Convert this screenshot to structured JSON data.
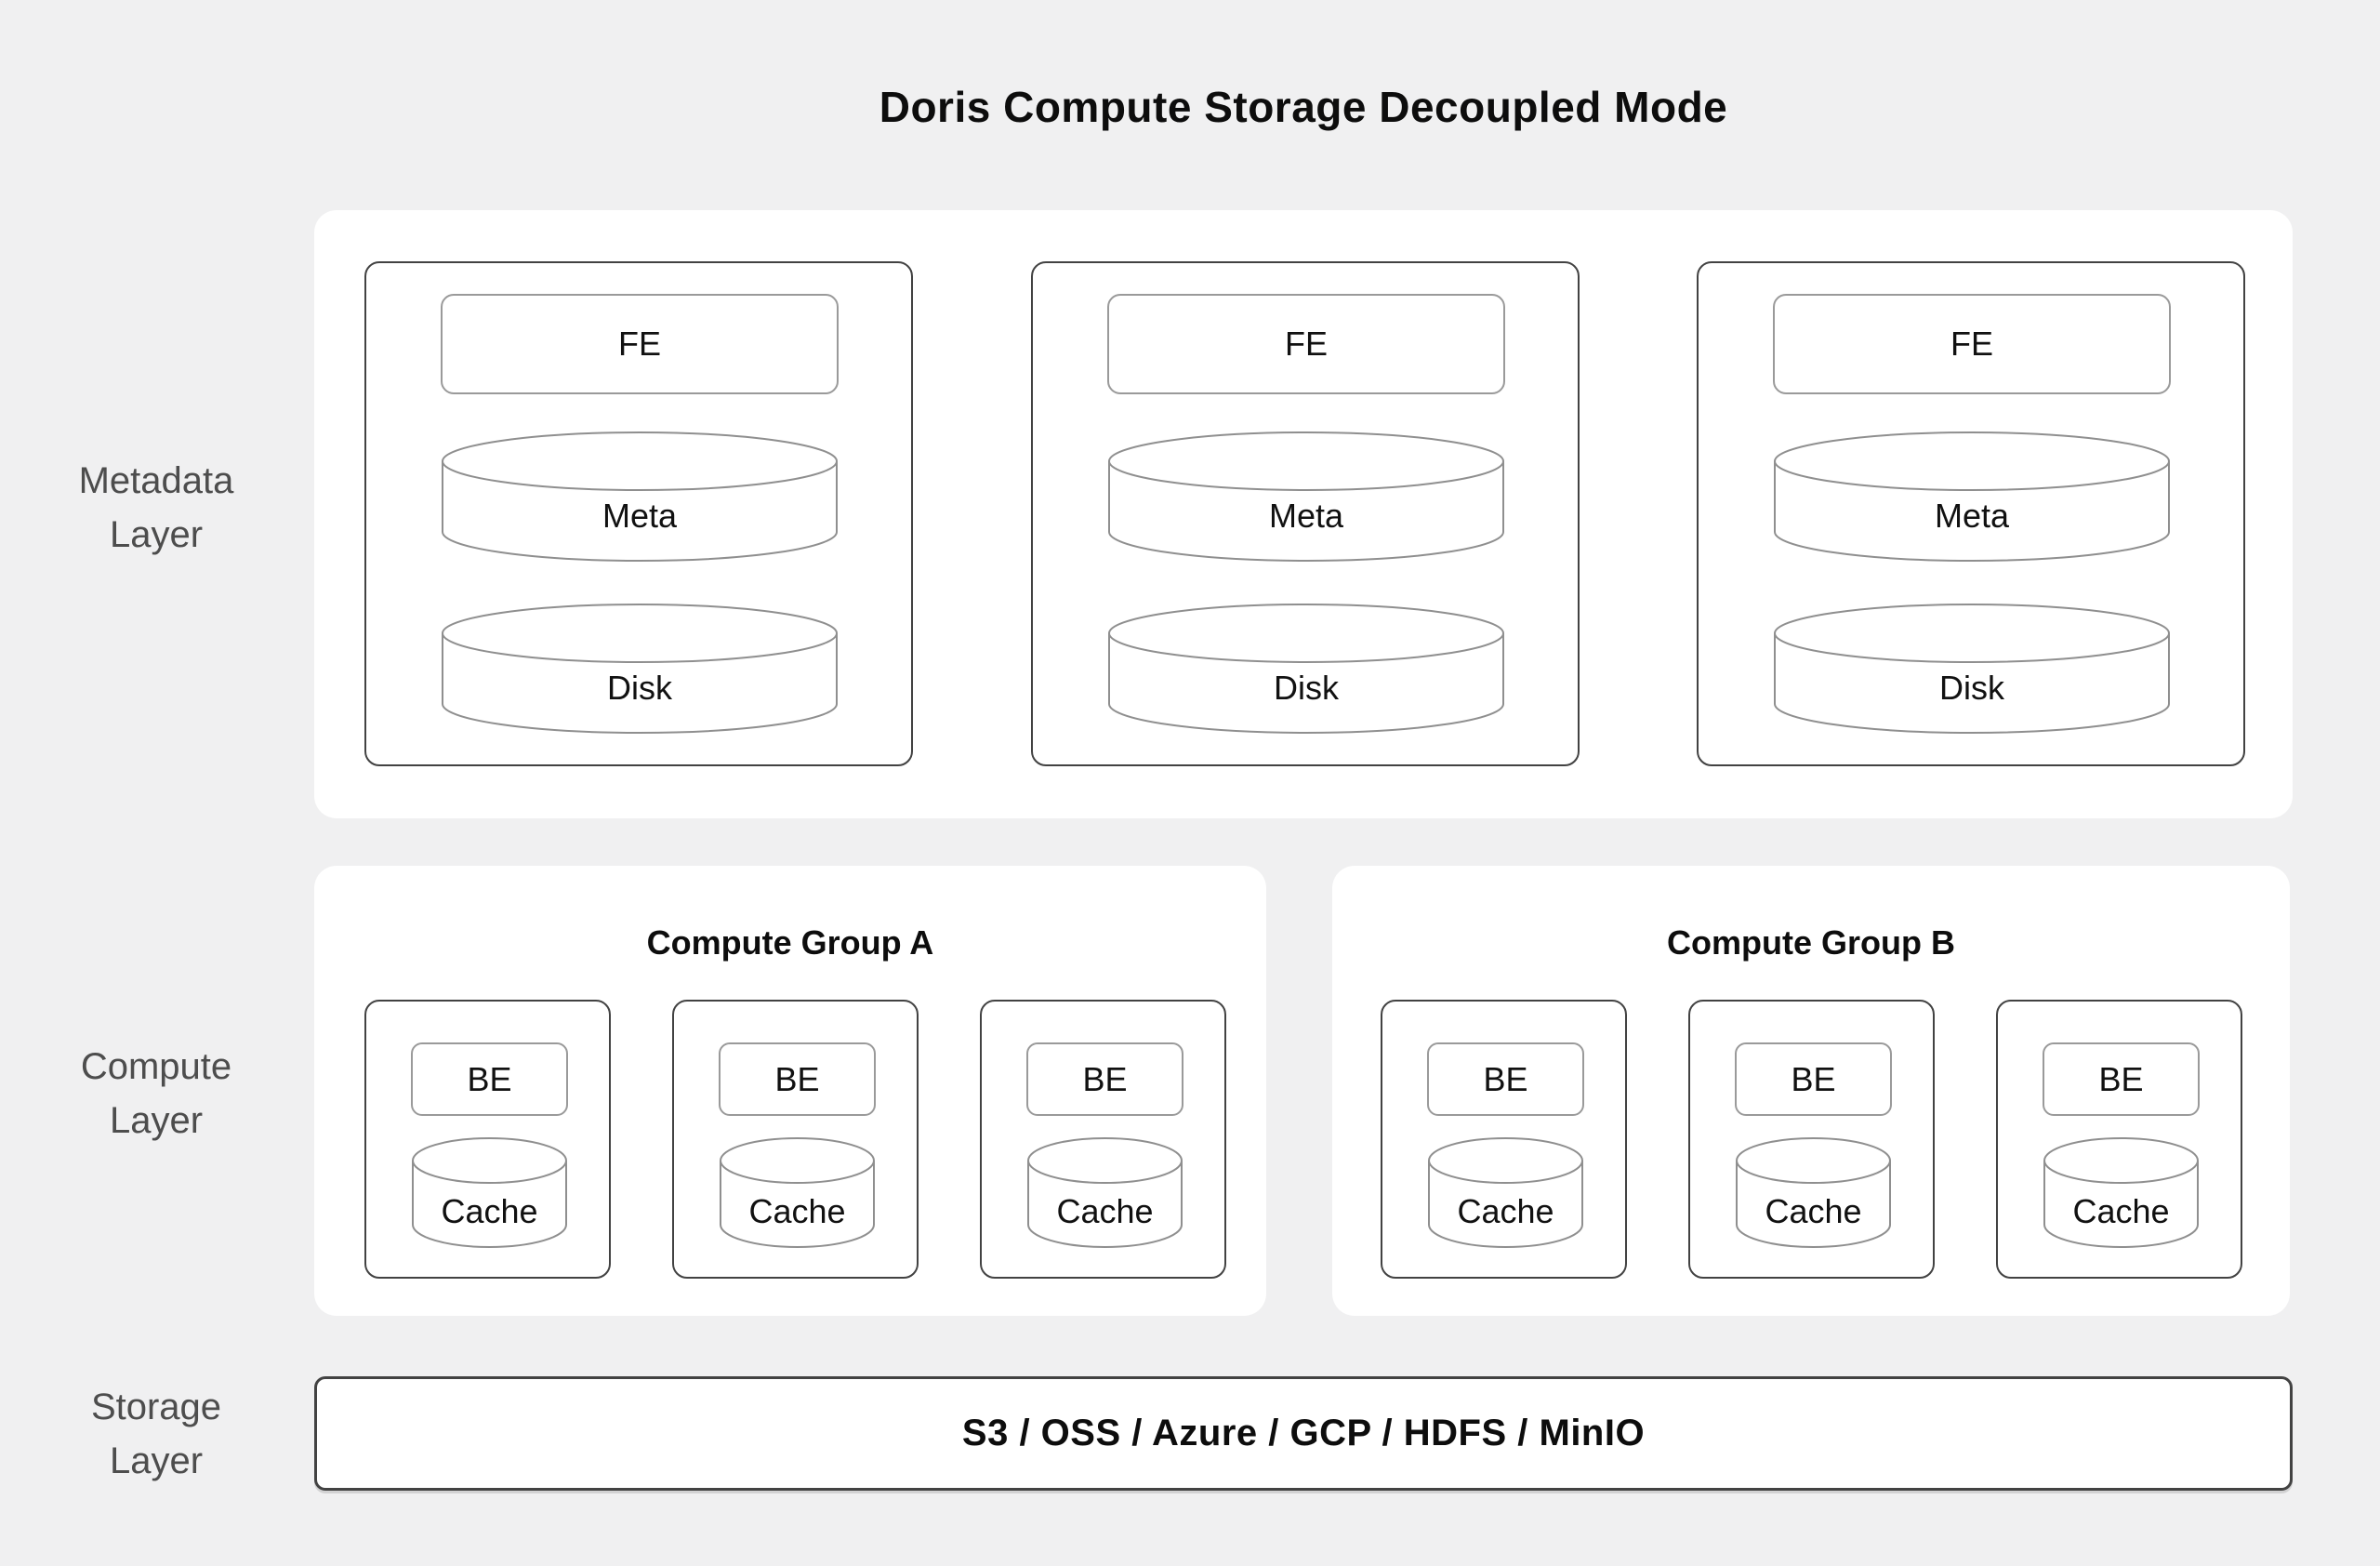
{
  "title": "Doris Compute Storage Decoupled Mode",
  "colors": {
    "background": "#f0f0f1",
    "panel": "#ffffff",
    "node_border": "#424242",
    "inner_border": "#9a9a9a",
    "layer_label_text": "#4d4d4d",
    "text": "#111111"
  },
  "layer_labels": {
    "metadata": {
      "line1": "Metadata",
      "line2": "Layer"
    },
    "compute": {
      "line1": "Compute",
      "line2": "Layer"
    },
    "storage": {
      "line1": "Storage",
      "line2": "Layer"
    }
  },
  "metadata_layer": {
    "nodes": [
      {
        "fe": "FE",
        "meta": "Meta",
        "disk": "Disk"
      },
      {
        "fe": "FE",
        "meta": "Meta",
        "disk": "Disk"
      },
      {
        "fe": "FE",
        "meta": "Meta",
        "disk": "Disk"
      }
    ]
  },
  "compute_layer": {
    "groups": [
      {
        "title": "Compute Group A",
        "nodes": [
          {
            "be": "BE",
            "cache": "Cache"
          },
          {
            "be": "BE",
            "cache": "Cache"
          },
          {
            "be": "BE",
            "cache": "Cache"
          }
        ]
      },
      {
        "title": "Compute Group B",
        "nodes": [
          {
            "be": "BE",
            "cache": "Cache"
          },
          {
            "be": "BE",
            "cache": "Cache"
          },
          {
            "be": "BE",
            "cache": "Cache"
          }
        ]
      }
    ]
  },
  "storage_layer": {
    "text": "S3 / OSS / Azure / GCP / HDFS / MinIO"
  }
}
